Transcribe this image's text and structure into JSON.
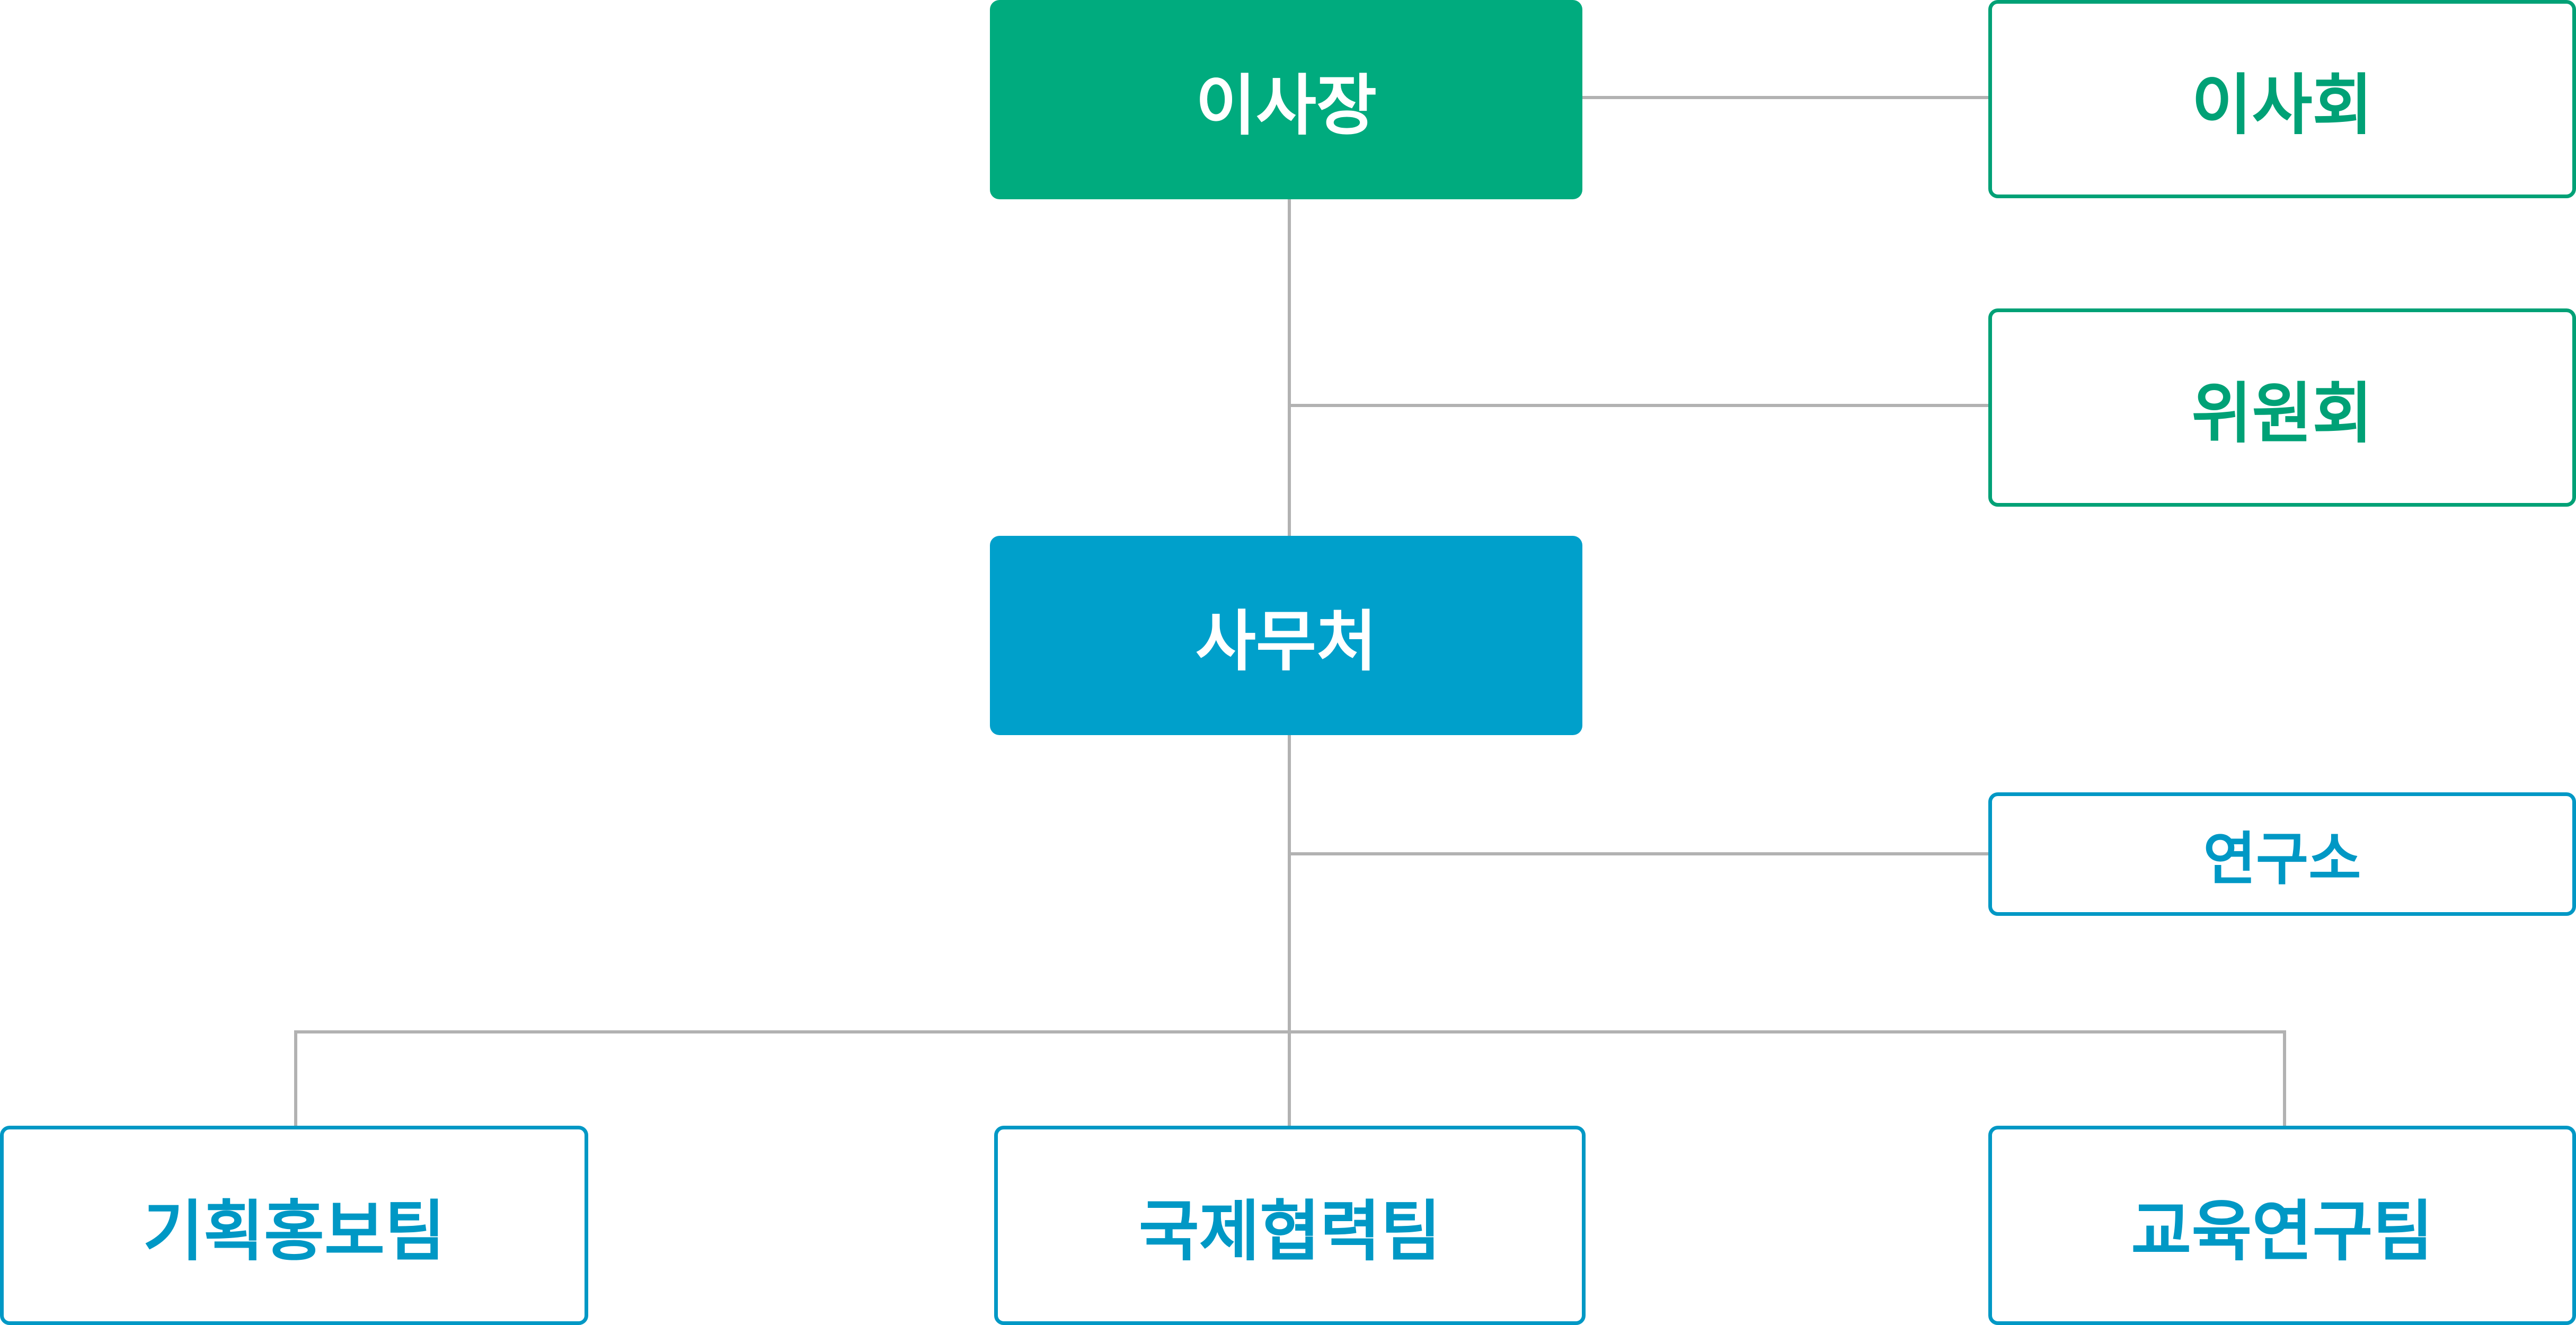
{
  "colors": {
    "green": "#00ab7e",
    "blue": "#00a0cb",
    "outline_blue": "#0098c5",
    "connector": "#b2b2b2"
  },
  "nodes": {
    "chairman": {
      "label": "이사장",
      "style": "filled",
      "color": "#00ab7e"
    },
    "board": {
      "label": "이사회",
      "style": "outline",
      "color": "#00a176"
    },
    "committee": {
      "label": "위원회",
      "style": "outline",
      "color": "#00a176"
    },
    "office": {
      "label": "사무처",
      "style": "filled",
      "color": "#00a0cb"
    },
    "institute": {
      "label": "연구소",
      "style": "outline",
      "color": "#0098c5"
    },
    "planning": {
      "label": "기획홍보팀",
      "style": "outline",
      "color": "#0098c5"
    },
    "intl": {
      "label": "국제협력팀",
      "style": "outline",
      "color": "#0098c5"
    },
    "education": {
      "label": "교육연구팀",
      "style": "outline",
      "color": "#0098c5"
    }
  },
  "edges": [
    {
      "from": "chairman",
      "to": "board"
    },
    {
      "from": "chairman",
      "to": "office"
    },
    {
      "from": "chairman",
      "to": "committee"
    },
    {
      "from": "office",
      "to": "institute"
    },
    {
      "from": "office",
      "to": "planning"
    },
    {
      "from": "office",
      "to": "intl"
    },
    {
      "from": "office",
      "to": "education"
    }
  ]
}
